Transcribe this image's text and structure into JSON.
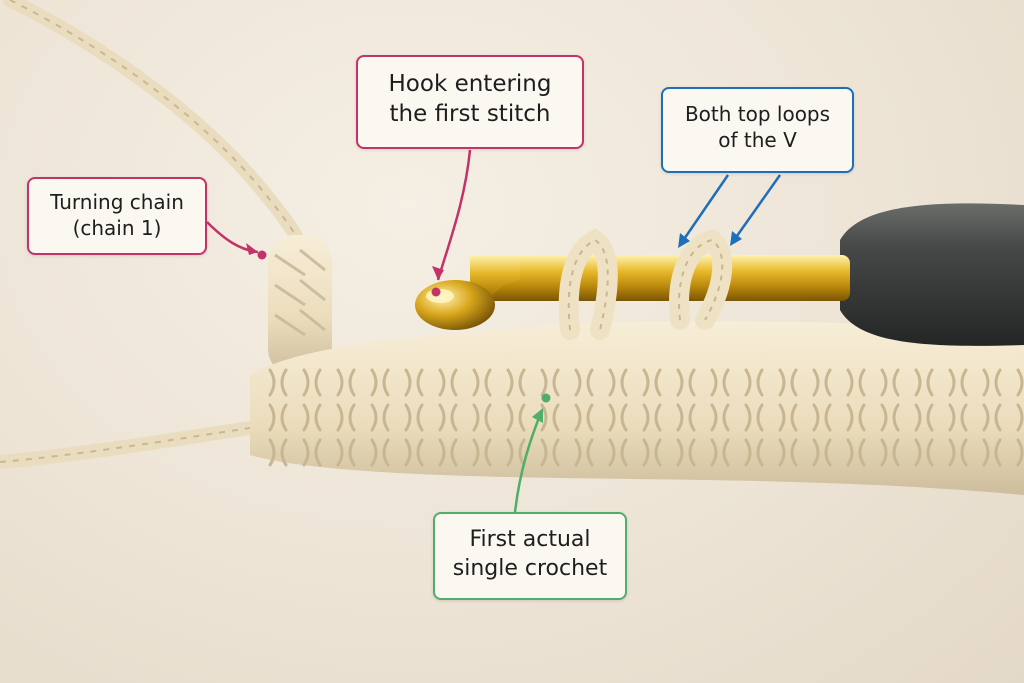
{
  "callouts": {
    "turning_chain": {
      "line1": "Turning chain",
      "line2": "(chain 1)",
      "color": "#c2336a"
    },
    "hook_entering": {
      "line1": "Hook entering",
      "line2": "the first stitch",
      "color": "#c2336a"
    },
    "top_loops": {
      "line1": "Both top loops",
      "line2": "of the V",
      "color": "#1e6fb8"
    },
    "first_sc": {
      "line1": "First actual",
      "line2": "single crochet",
      "color": "#4fae6b"
    }
  },
  "colors": {
    "yarn": "#eee2c6",
    "yarn_shadow": "#cdbd9c",
    "hook_gold": "#d9a71c",
    "handle": "#3b3d3c",
    "background": "#efe7da"
  }
}
